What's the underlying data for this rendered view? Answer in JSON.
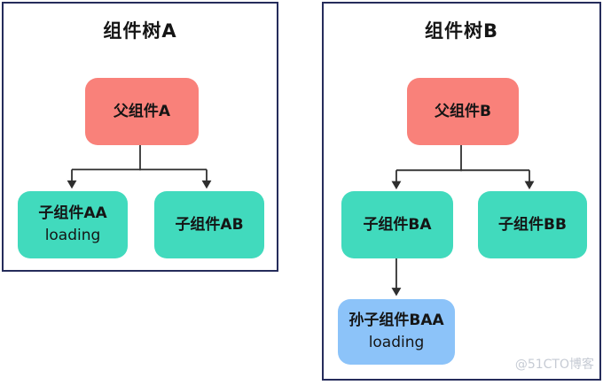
{
  "colors": {
    "panel-border": "#252C5B",
    "parent-fill": "#F9817A",
    "child-fill": "#41DABD",
    "grandchild-fill": "#8CC3F9",
    "line-color": "#2E2E2E",
    "text-color": "#151515",
    "watermark-color": "#C6CBD4"
  },
  "tree_a": {
    "title": "组件树A",
    "parent": {
      "label": "父组件A"
    },
    "child_aa": {
      "label": "子组件AA",
      "status": "loading"
    },
    "child_ab": {
      "label": "子组件AB"
    }
  },
  "tree_b": {
    "title": "组件树B",
    "parent": {
      "label": "父组件B"
    },
    "child_ba": {
      "label": "子组件BA"
    },
    "child_bb": {
      "label": "子组件BB"
    },
    "grandchild_baa": {
      "label": "孙子组件BAA",
      "status": "loading"
    }
  },
  "watermark": "@51CTO博客"
}
